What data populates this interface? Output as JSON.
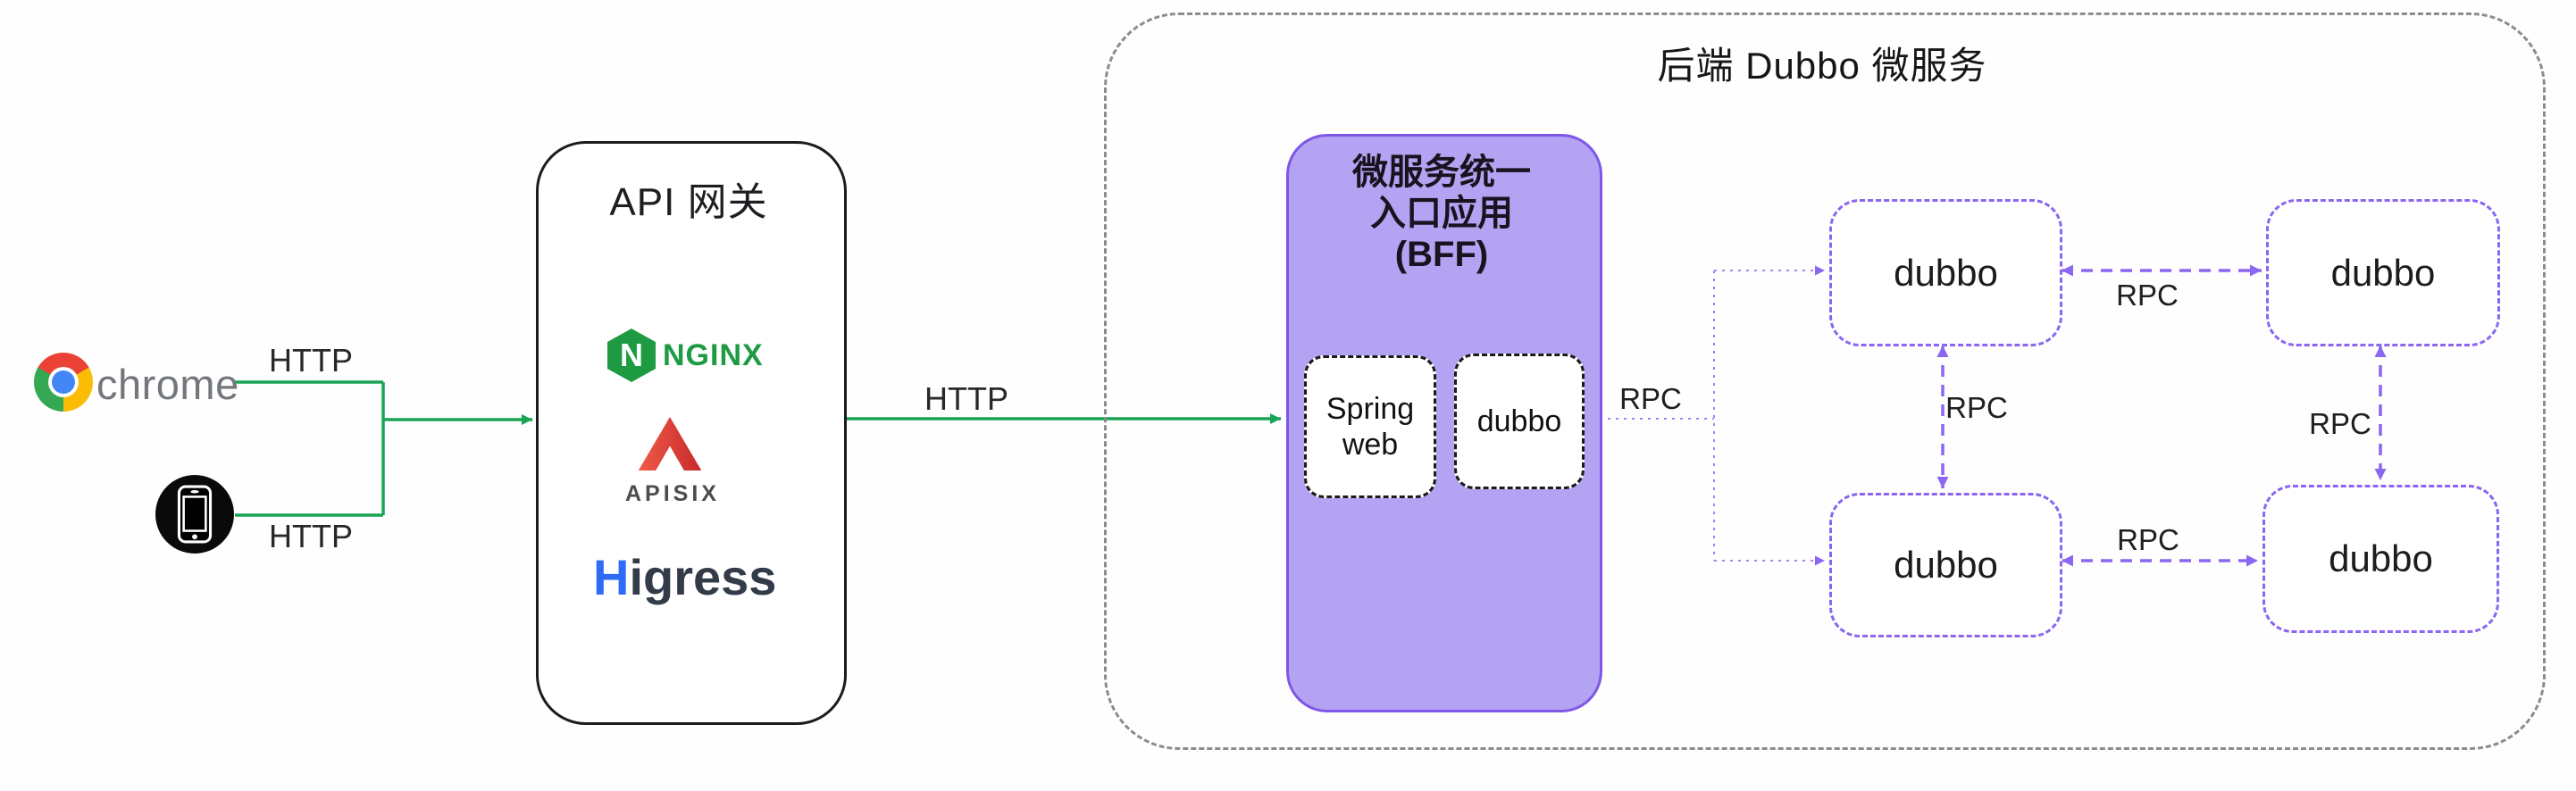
{
  "clients": {
    "chrome": {
      "label": "chrome"
    },
    "mobile": {
      "icon": "smartphone-icon"
    }
  },
  "labels": {
    "http_top": "HTTP",
    "http_bottom": "HTTP",
    "http_gateway": "HTTP",
    "rpc_bff": "RPC",
    "rpc_top": "RPC",
    "rpc_left": "RPC",
    "rpc_right": "RPC",
    "rpc_bottom": "RPC"
  },
  "gateway": {
    "title": "API 网关",
    "nginx": {
      "letter": "N",
      "name": "NGINX"
    },
    "apisix": {
      "name": "APISIX"
    },
    "higress": {
      "initial": "H",
      "rest": "igress"
    }
  },
  "backend": {
    "title": "后端 Dubbo 微服务",
    "bff": {
      "title_lines": [
        "微服务统一",
        "入口应用",
        "(BFF)"
      ],
      "spring_web": "Spring web",
      "dubbo": "dubbo"
    },
    "services": [
      {
        "label": "dubbo"
      },
      {
        "label": "dubbo"
      },
      {
        "label": "dubbo"
      },
      {
        "label": "dubbo"
      }
    ]
  },
  "colors": {
    "http_line_green": "#19a455",
    "bff_fill_purple": "#b3a3f2",
    "bff_border_purple": "#7e57e8",
    "rpc_link_purple": "#8a66f2",
    "fanout_dotted_purple": "#9f87f3",
    "container_dash_gray": "#8c8c8c",
    "nginx_green": "#1e9b42",
    "apisix_red": "#d63a2f",
    "higress_blue": "#2e6bf6",
    "chrome_text_gray": "#73777b"
  }
}
